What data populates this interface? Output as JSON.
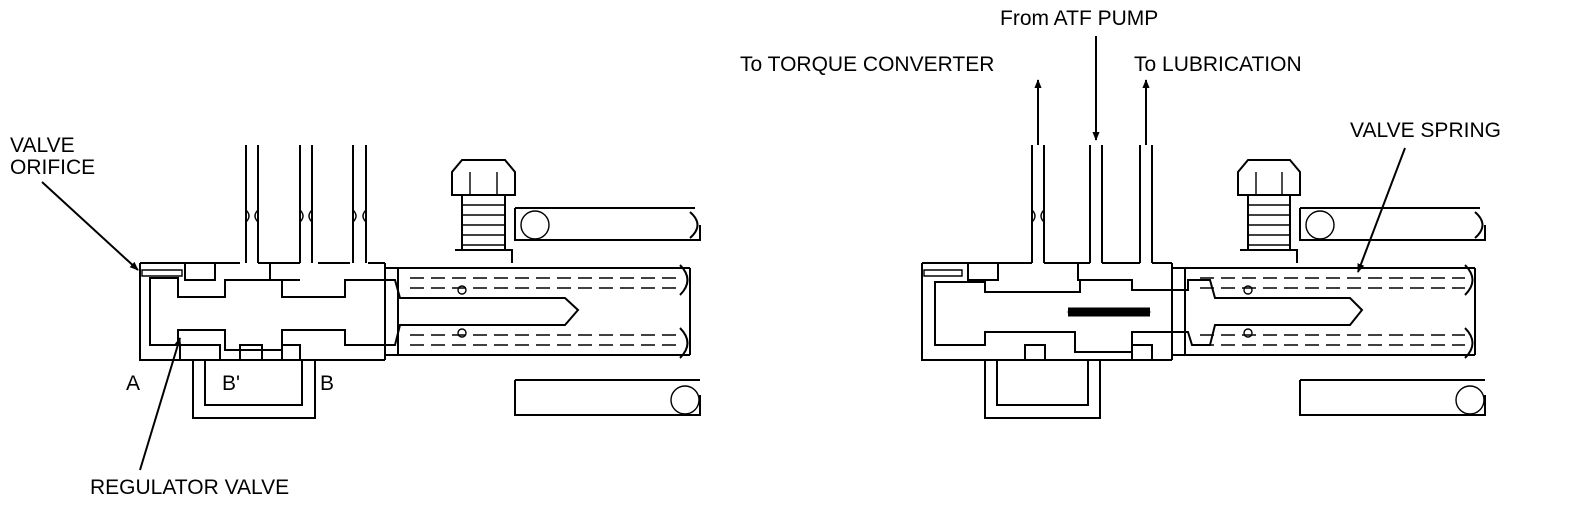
{
  "labels": {
    "valve_orifice_line1": "VALVE",
    "valve_orifice_line2": "ORIFICE",
    "port_a": "A",
    "port_b_prime": "B'",
    "port_b": "B",
    "regulator_valve": "REGULATOR VALVE",
    "from_atf_pump": "From ATF PUMP",
    "to_torque_converter": "To TORQUE CONVERTER",
    "to_lubrication": "To LUBRICATION",
    "valve_spring": "VALVE SPRING"
  }
}
